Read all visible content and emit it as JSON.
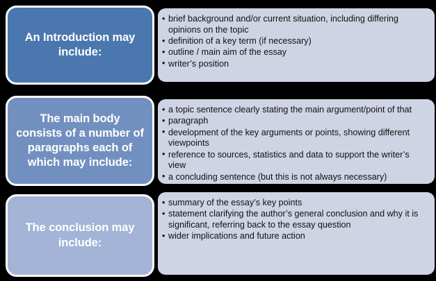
{
  "diagram": {
    "background_color": "#000000",
    "panel_color": "#ced4e4",
    "rows": [
      {
        "id": "introduction",
        "label": "An Introduction may include:",
        "label_color": "#4a77ad",
        "bullets": [
          "brief background and/or current situation, including differing opinions on the topic",
          "definition of a key term (if necessary)",
          "outline / main aim of the essay",
          "writer’s position"
        ]
      },
      {
        "id": "main-body",
        "label": "The main body consists of a number of paragraphs each of which may include:",
        "label_color": "#7290bf",
        "bullets": [
          "a topic sentence clearly stating the main argument/point of that",
          "paragraph",
          "development of the key arguments or points, showing different viewpoints",
          "reference to sources, statistics and data to support the writer’s view",
          "a concluding sentence (but this is not always necessary)"
        ]
      },
      {
        "id": "conclusion",
        "label": "The conclusion may include:",
        "label_color": "#a3b4d6",
        "bullets": [
          "summary of the essay’s key points",
          "statement clarifying the author’s general conclusion and why it is significant, referring back to the essay question",
          "wider implications and future action"
        ]
      }
    ]
  }
}
